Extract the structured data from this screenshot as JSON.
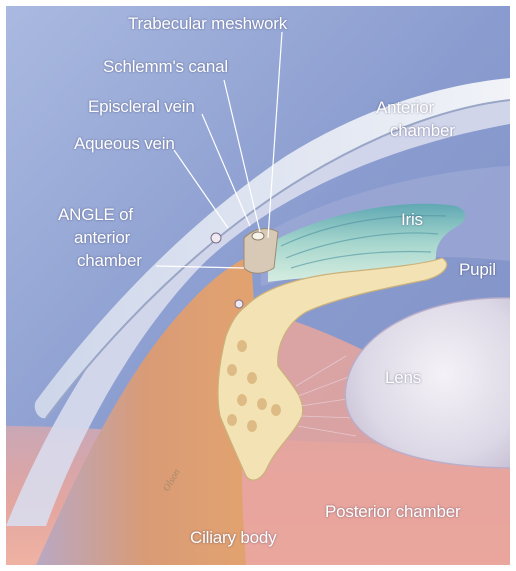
{
  "labels": {
    "trabecular_meshwork": "Trabecular meshwork",
    "schlemms_canal": "Schlemm's canal",
    "episcleral_vein": "Episcleral vein",
    "aqueous_vein": "Aqueous vein",
    "angle_line1": "ANGLE of",
    "angle_line2": "anterior",
    "angle_line3": "chamber",
    "anterior_chamber_line1": "Anterior",
    "anterior_chamber_line2": "chamber",
    "iris": "Iris",
    "pupil": "Pupil",
    "lens": "Lens",
    "posterior_chamber": "Posterior chamber",
    "ciliary_body": "Ciliary body"
  },
  "colors": {
    "background_blue": "#8fa3d3",
    "cornea": "#dfe5f0",
    "iris_teal": "#8fc9c4",
    "ciliary_cream": "#f2e2b0",
    "posterior_pink": "#e7a9a1",
    "lens": "#e8e6ee",
    "label_text": "#ffffff"
  }
}
